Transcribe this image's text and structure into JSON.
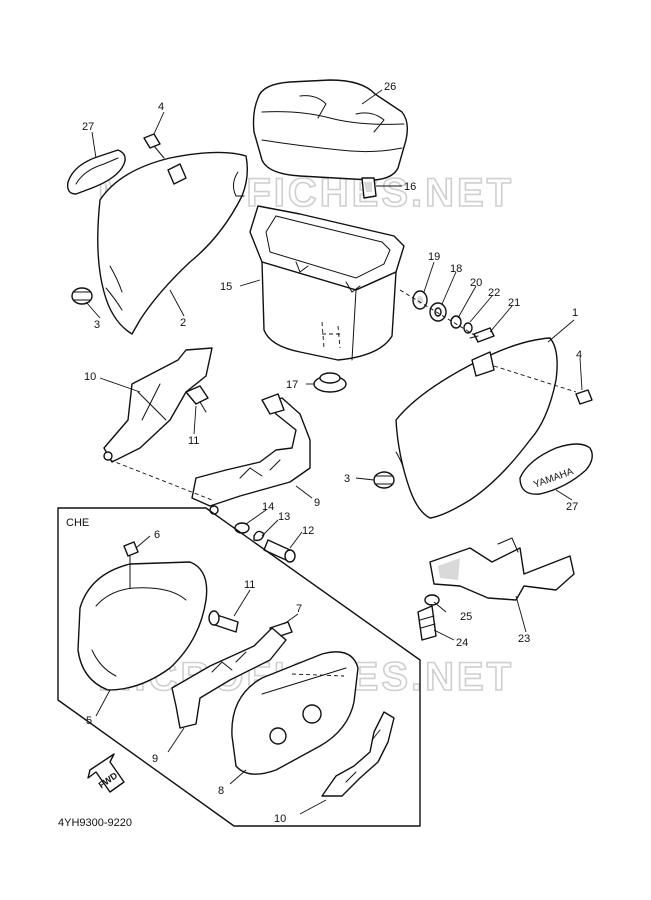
{
  "watermark": "MICROFICHES.NET",
  "box_label": "CHE",
  "diagram_code": "4YH9300-9220",
  "emblem_text": "YAMAHA",
  "fwd_label": "FWD",
  "callouts": {
    "c1": "1",
    "c2": "2",
    "c3a": "3",
    "c3b": "3",
    "c4a": "4",
    "c4b": "4",
    "c5": "5",
    "c6": "6",
    "c7": "7",
    "c8": "8",
    "c9a": "9",
    "c9b": "9",
    "c10a": "10",
    "c10b": "10",
    "c11a": "11",
    "c11b": "11",
    "c12": "12",
    "c13": "13",
    "c14": "14",
    "c15": "15",
    "c16": "16",
    "c17": "17",
    "c18": "18",
    "c19": "19",
    "c20": "20",
    "c21": "21",
    "c22": "22",
    "c23": "23",
    "c24": "24",
    "c25": "25",
    "c26": "26",
    "c27a": "27",
    "c27b": "27"
  }
}
